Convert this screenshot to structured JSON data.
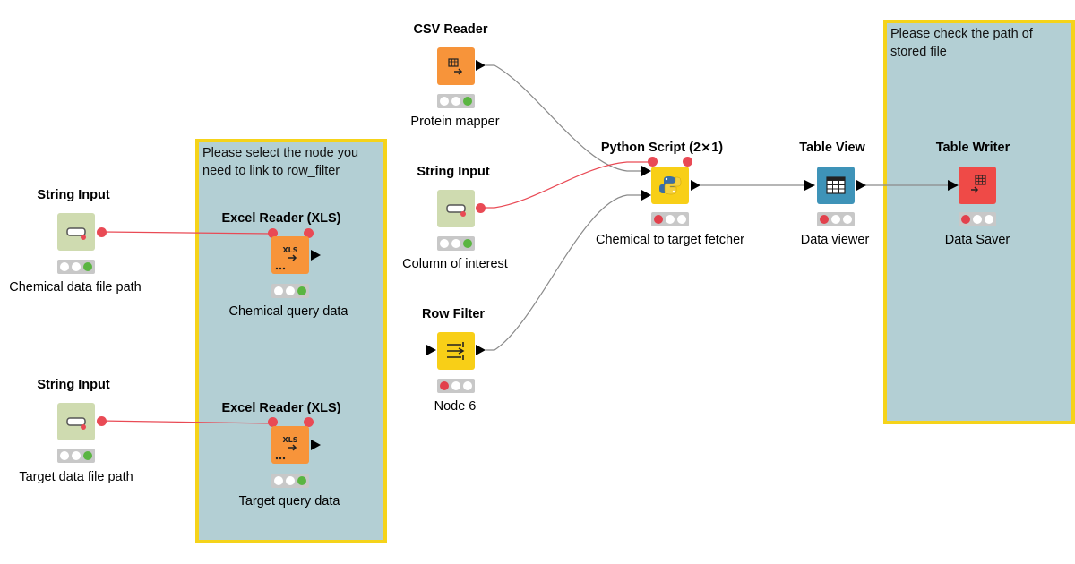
{
  "annotations": {
    "left": {
      "text": "Please select the node you need to link to row_filter"
    },
    "right": {
      "text": "Please check the path of stored file"
    }
  },
  "colors": {
    "annotation_bg": "#b3cfd4",
    "annotation_border": "#f5d31a",
    "edge_gray": "#8a8a8a",
    "edge_red": "#e94a55",
    "string_input": "#cfdbb0",
    "reader": "#f7943a",
    "row_filter": "#f8cf17",
    "table_view": "#3e93b8",
    "table_writer": "#ef4a47"
  },
  "nodes": {
    "string_input_1": {
      "title": "String Input",
      "label": "Chemical data file path",
      "icon": "string-input-icon",
      "status": [
        "off",
        "off",
        "green"
      ]
    },
    "string_input_2": {
      "title": "String Input",
      "label": "Target data file path",
      "icon": "string-input-icon",
      "status": [
        "off",
        "off",
        "green"
      ]
    },
    "excel_reader_1": {
      "title": "Excel Reader (XLS)",
      "label": "Chemical query data",
      "icon": "xls-reader-icon",
      "icon_text": "XLS",
      "status": [
        "off",
        "off",
        "green"
      ]
    },
    "excel_reader_2": {
      "title": "Excel Reader (XLS)",
      "label": "Target query data",
      "icon": "xls-reader-icon",
      "icon_text": "XLS",
      "status": [
        "off",
        "off",
        "green"
      ]
    },
    "csv_reader": {
      "title": "CSV Reader",
      "label": "Protein mapper",
      "icon": "csv-reader-icon",
      "status": [
        "off",
        "off",
        "green"
      ]
    },
    "string_input_3": {
      "title": "String Input",
      "label": "Column of interest",
      "icon": "string-input-icon",
      "status": [
        "off",
        "off",
        "green"
      ]
    },
    "row_filter": {
      "title": "Row Filter",
      "label": "Node 6",
      "icon": "row-filter-icon",
      "status": [
        "red",
        "off",
        "off"
      ]
    },
    "python_script": {
      "title": "Python Script (2⨯1)",
      "label": "Chemical to target  fetcher",
      "icon": "python-icon",
      "status": [
        "red",
        "off",
        "off"
      ]
    },
    "table_view": {
      "title": "Table View",
      "label": "Data viewer",
      "icon": "table-view-icon",
      "status": [
        "red",
        "off",
        "off"
      ]
    },
    "table_writer": {
      "title": "Table Writer",
      "label": "Data Saver",
      "icon": "table-writer-icon",
      "status": [
        "red",
        "off",
        "off"
      ]
    }
  }
}
